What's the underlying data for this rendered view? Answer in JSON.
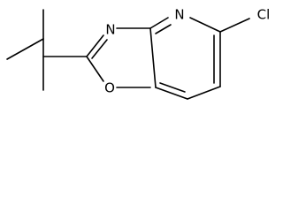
{
  "molecule": {
    "atoms": {
      "n1": "N",
      "n2": "N",
      "o1": "O",
      "cl": "Cl"
    }
  }
}
